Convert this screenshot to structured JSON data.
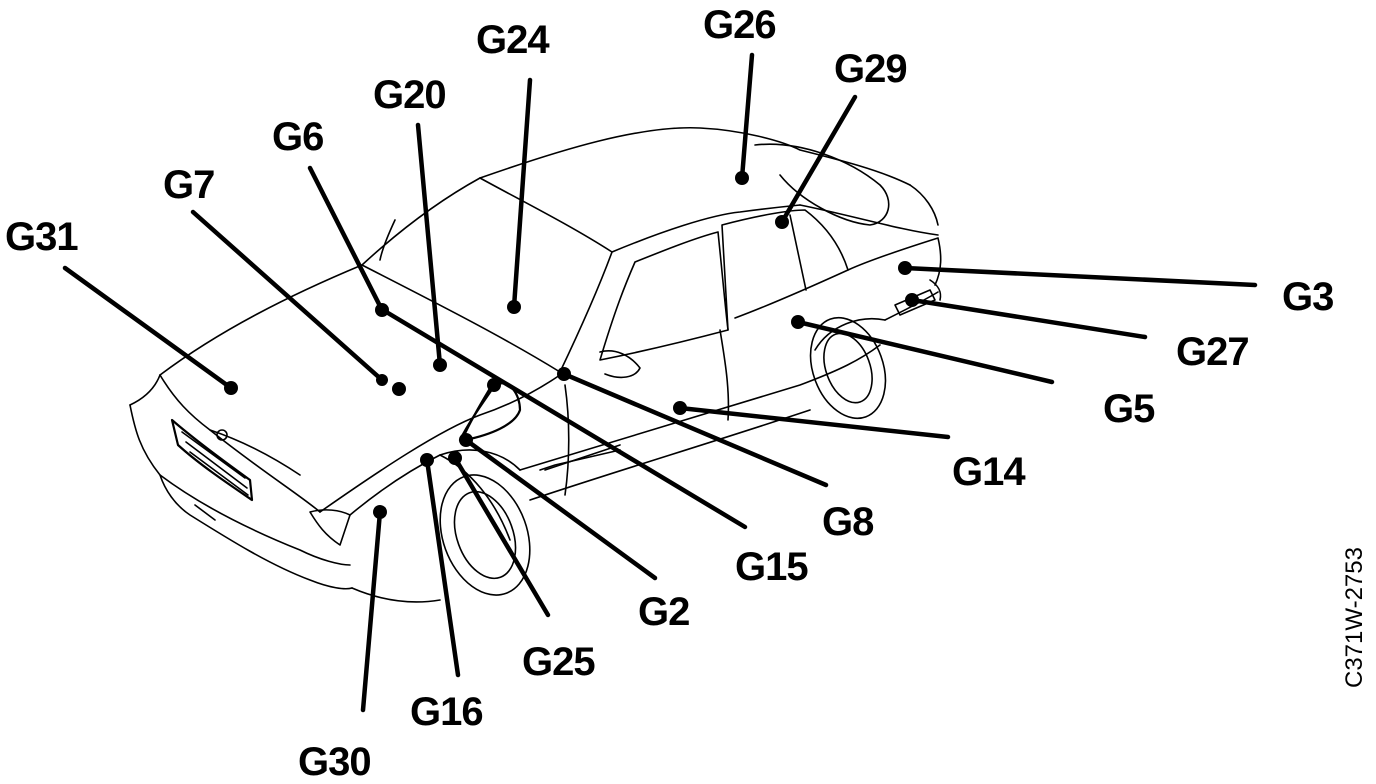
{
  "figure_code": "C371W-2753",
  "callouts": [
    {
      "id": "g31",
      "label": "G31"
    },
    {
      "id": "g7",
      "label": "G7"
    },
    {
      "id": "g6",
      "label": "G6"
    },
    {
      "id": "g20",
      "label": "G20"
    },
    {
      "id": "g24",
      "label": "G24"
    },
    {
      "id": "g26",
      "label": "G26"
    },
    {
      "id": "g29",
      "label": "G29"
    },
    {
      "id": "g3",
      "label": "G3"
    },
    {
      "id": "g27",
      "label": "G27"
    },
    {
      "id": "g5",
      "label": "G5"
    },
    {
      "id": "g14",
      "label": "G14"
    },
    {
      "id": "g8",
      "label": "G8"
    },
    {
      "id": "g15",
      "label": "G15"
    },
    {
      "id": "g2",
      "label": "G2"
    },
    {
      "id": "g25",
      "label": "G25"
    },
    {
      "id": "g16",
      "label": "G16"
    },
    {
      "id": "g30",
      "label": "G30"
    }
  ]
}
